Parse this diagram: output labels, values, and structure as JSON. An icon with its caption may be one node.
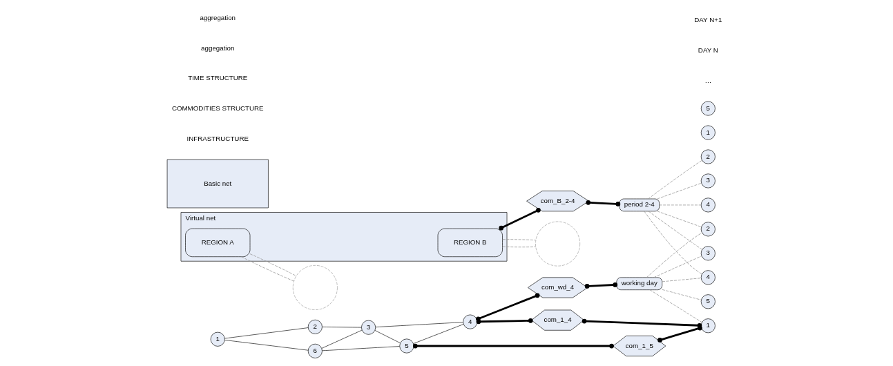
{
  "diagram": {
    "nodes": [
      {
        "text": [
          "Virtual net"
        ]
      },
      {
        "text": [
          "REGION A"
        ],
        "in": 0
      },
      {
        "text": [
          "REGION B"
        ],
        "in": 0
      },
      {
        "text": [
          "Basic net"
        ]
      },
      {
        "text": [],
        "shape": "circle"
      },
      {
        "text": [],
        "shape": "circle"
      },
      {
        "text": [
          "1"
        ]
      },
      {
        "text": [
          "2"
        ]
      },
      {
        "text": [
          "6"
        ]
      },
      {
        "text": [
          "3"
        ]
      },
      {
        "text": [
          "4"
        ]
      },
      {
        "text": [
          "5"
        ]
      },
      {
        "text": [
          "com_B_2-4"
        ]
      },
      {
        "text": [
          "com_wd_4"
        ]
      },
      {
        "text": [
          "com_1_4"
        ]
      },
      {
        "text": [
          "com_1_5"
        ]
      },
      {
        "text": [
          "working day"
        ]
      },
      {
        "text": [
          "period 2-4"
        ]
      },
      {
        "text": [
          "1"
        ]
      },
      {
        "text": [
          "2"
        ]
      },
      {
        "text": [
          "3"
        ]
      },
      {
        "text": [
          "4"
        ]
      },
      {
        "text": [
          "5"
        ]
      },
      {
        "text": [
          "1"
        ]
      },
      {
        "text": [
          "2"
        ]
      },
      {
        "text": [
          "3"
        ]
      },
      {
        "text": [
          "4"
        ]
      },
      {
        "text": [
          "5"
        ]
      }
    ],
    "edges": [
      {
        "from": 1,
        "to": 4,
        "arrow": "none",
        "style": "dashed",
        "color": "#999999"
      },
      {
        "from": 1,
        "to": 4,
        "arrow": "none",
        "style": "dashed",
        "color": "#999999"
      },
      {
        "from": 2,
        "to": 5,
        "arrow": "none",
        "style": "dashed",
        "color": "#999999"
      },
      {
        "from": 2,
        "to": 5,
        "arrow": "none",
        "style": "dashed",
        "color": "#999999"
      },
      {
        "from": 6,
        "to": 7,
        "arrow": "none"
      },
      {
        "from": 7,
        "to": 9,
        "arrow": "none"
      },
      {
        "from": 6,
        "to": 8,
        "arrow": "none"
      },
      {
        "from": 8,
        "to": 9,
        "arrow": "none"
      },
      {
        "from": 9,
        "to": 11,
        "arrow": "none"
      },
      {
        "from": 9,
        "to": 10,
        "arrow": "none"
      },
      {
        "from": 8,
        "to": 11,
        "arrow": "none"
      },
      {
        "from": 11,
        "to": 10,
        "arrow": "none"
      },
      {
        "from": 2,
        "to": 12,
        "arrow": "other",
        "style": "thick"
      },
      {
        "from": 12,
        "to": 17,
        "arrow": "other",
        "style": "thick"
      },
      {
        "from": 10,
        "to": 13,
        "arrow": "other",
        "style": "thick"
      },
      {
        "from": 13,
        "to": 16,
        "arrow": "other",
        "style": "thick"
      },
      {
        "from": 10,
        "to": 14,
        "arrow": "other",
        "style": "thick"
      },
      {
        "from": 14,
        "to": 18,
        "arrow": "other",
        "style": "thick"
      },
      {
        "from": 11,
        "to": 15,
        "arrow": "other",
        "style": "thick"
      },
      {
        "from": 15,
        "to": 18,
        "arrow": "other",
        "style": "thick"
      },
      {
        "from": 16,
        "to": 18,
        "arrow": "none",
        "style": "dashed",
        "color": "#999999"
      },
      {
        "from": 16,
        "to": 19,
        "arrow": "none",
        "style": "dashed",
        "color": "#999999"
      },
      {
        "from": 16,
        "to": 20,
        "arrow": "none",
        "style": "dashed",
        "color": "#999999"
      },
      {
        "from": 16,
        "to": 21,
        "arrow": "none",
        "style": "dashed",
        "color": "#999999"
      },
      {
        "from": 16,
        "to": 22,
        "arrow": "none",
        "style": "dashed",
        "color": "#999999"
      },
      {
        "from": 17,
        "to": 19,
        "arrow": "none",
        "style": "dashed",
        "color": "#999999"
      },
      {
        "from": 17,
        "to": 20,
        "arrow": "none",
        "style": "dashed",
        "color": "#999999"
      },
      {
        "from": 17,
        "to": 21,
        "arrow": "none",
        "style": "dashed",
        "color": "#999999"
      },
      {
        "from": 17,
        "to": 24,
        "arrow": "none",
        "style": "dashed",
        "color": "#999999"
      },
      {
        "from": 17,
        "to": 25,
        "arrow": "none",
        "style": "dashed",
        "color": "#999999"
      },
      {
        "from": 17,
        "to": 26,
        "arrow": "none",
        "style": "dashed",
        "color": "#999999"
      }
    ],
    "labels": [
      "INFRASTRUCTURE",
      "COMMODITIES STRUCTURE",
      "TIME STRUCTURE",
      "aggegation",
      "aggregation",
      "…",
      "DAY N",
      "DAY N+1"
    ]
  }
}
